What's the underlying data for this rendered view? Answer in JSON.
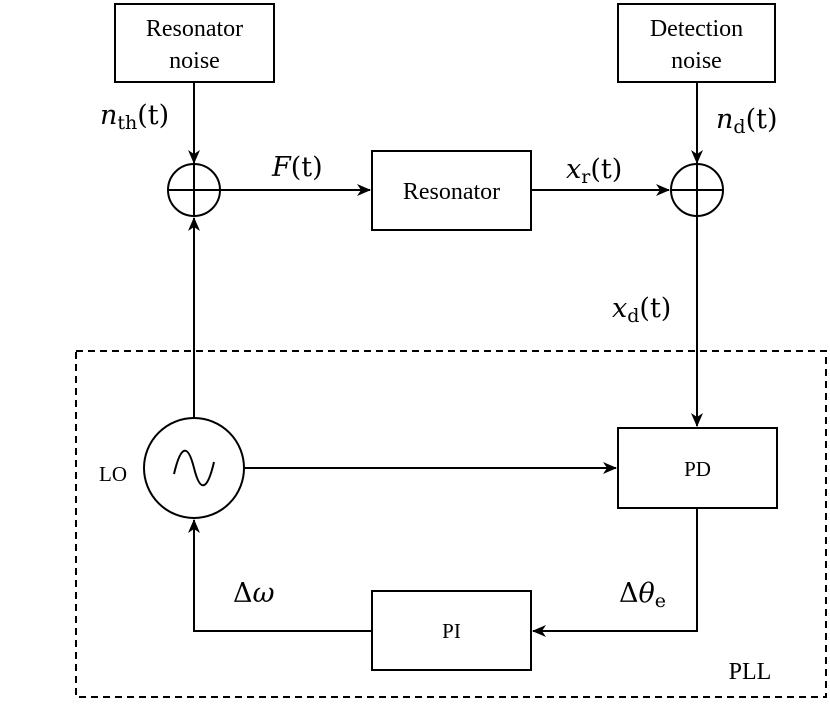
{
  "blocks": {
    "resonator_noise": [
      "Resonator",
      "noise"
    ],
    "detection_noise": [
      "Detection",
      "noise"
    ],
    "resonator": "Resonator",
    "pd": "PD",
    "pi": "PI",
    "lo": "LO",
    "pll": "PLL"
  },
  "signals": {
    "n_th": {
      "var": "n",
      "sub": "th",
      "arg": "(t)"
    },
    "n_d": {
      "var": "n",
      "sub": "d",
      "arg": "(t)"
    },
    "force": {
      "var": "F",
      "sub": "",
      "arg": "(t)"
    },
    "x_r": {
      "var": "x",
      "sub": "r",
      "arg": "(t)"
    },
    "x_d": {
      "var": "x",
      "sub": "d",
      "arg": "(t)"
    },
    "delta_omega": {
      "prefix": "Δ",
      "var": "ω"
    },
    "delta_theta": {
      "prefix": "Δ",
      "var": "θ",
      "sub": "e"
    }
  }
}
